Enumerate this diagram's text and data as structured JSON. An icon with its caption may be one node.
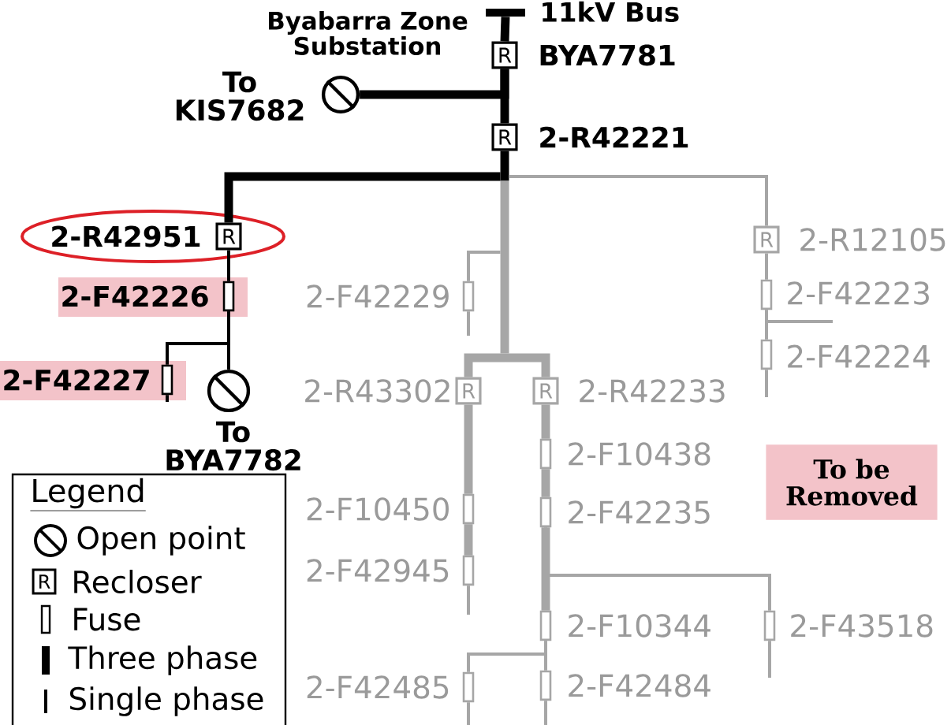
{
  "diagram": {
    "nodes": [
      {
        "text": [],
        "shape": "bar",
        "beside": [
          "11kV Bus"
        ]
      },
      {
        "text": [
          "R"
        ],
        "beside": [
          "BYA7781"
        ]
      },
      {
        "text": [],
        "shape": "circle",
        "beside": [
          "To KIS7682"
        ]
      },
      {
        "text": [
          "R"
        ],
        "beside": [
          "2-R42221"
        ]
      },
      {
        "text": [
          "R"
        ],
        "beside": [
          "2-R42951"
        ]
      },
      {
        "text": [
          "R"
        ],
        "beside": [
          "2-R12105"
        ]
      },
      {
        "text": [],
        "shape": "box",
        "beside": [
          "2-F42226"
        ]
      },
      {
        "text": [],
        "shape": "box",
        "beside": [
          "2-F42229"
        ]
      },
      {
        "text": [],
        "shape": "box",
        "beside": [
          "2-F42223"
        ]
      },
      {
        "text": [],
        "shape": "box",
        "beside": [
          "2-F42227"
        ]
      },
      {
        "text": [],
        "shape": "circle",
        "beside": [
          "To BYA7782"
        ]
      },
      {
        "text": [],
        "shape": "box",
        "beside": [
          "2-F42224"
        ]
      },
      {
        "text": [
          "R"
        ],
        "beside": [
          "2-R43302"
        ]
      },
      {
        "text": [
          "R"
        ],
        "beside": [
          "2-R42233"
        ]
      },
      {
        "text": [],
        "shape": "box",
        "beside": [
          "2-F10438"
        ]
      },
      {
        "text": [
          "To be Removed"
        ]
      },
      {
        "text": [],
        "shape": "box",
        "beside": [
          "2-F10450"
        ]
      },
      {
        "text": [],
        "shape": "box",
        "beside": [
          "2-F42235"
        ]
      },
      {
        "text": [],
        "shape": "box",
        "beside": [
          "2-F42945"
        ]
      },
      {
        "text": [],
        "shape": "box",
        "beside": [
          "2-F10344"
        ]
      },
      {
        "text": [],
        "shape": "box",
        "beside": [
          "2-F43518"
        ]
      },
      {
        "text": [],
        "shape": "box",
        "beside": [
          "2-F42485"
        ]
      },
      {
        "text": [],
        "shape": "box",
        "beside": [
          "2-F42484"
        ]
      }
    ],
    "edges": [
      {
        "from": 0,
        "to": 1,
        "arrow": "none",
        "style": "thick",
        "color": "#000000"
      },
      {
        "from": 1,
        "to": 3,
        "arrow": "none",
        "style": "thick",
        "color": "#000000"
      },
      {
        "from": 1,
        "to": 2,
        "arrow": "none",
        "style": "thick",
        "color": "#000000"
      },
      {
        "from": 3,
        "to": 4,
        "arrow": "none",
        "style": "thick",
        "color": "#000000"
      },
      {
        "from": 3,
        "to": 5,
        "arrow": "none"
      },
      {
        "from": 3,
        "to": 12,
        "arrow": "none",
        "style": "thick"
      },
      {
        "from": 3,
        "to": 13,
        "arrow": "none",
        "style": "thick"
      },
      {
        "from": null,
        "to": 7,
        "arrow": "none"
      },
      {
        "from": 7,
        "to": null,
        "arrow": "none"
      },
      {
        "from": 4,
        "to": 6,
        "arrow": "none",
        "color": "#000000"
      },
      {
        "from": 6,
        "to": 9,
        "arrow": "none",
        "color": "#000000"
      },
      {
        "from": 6,
        "to": 10,
        "arrow": "none",
        "color": "#000000"
      },
      {
        "from": 9,
        "to": null,
        "arrow": "none",
        "color": "#000000"
      },
      {
        "from": 5,
        "to": 8,
        "arrow": "none"
      },
      {
        "from": 8,
        "to": 11,
        "arrow": "none"
      },
      {
        "from": 8,
        "to": null,
        "arrow": "none"
      },
      {
        "from": 11,
        "to": null,
        "arrow": "none"
      },
      {
        "from": 12,
        "to": 16,
        "arrow": "none",
        "style": "thick"
      },
      {
        "from": 16,
        "to": 18,
        "arrow": "none",
        "style": "thick"
      },
      {
        "from": 18,
        "to": null,
        "arrow": "none"
      },
      {
        "from": 13,
        "to": 14,
        "arrow": "none",
        "style": "thick"
      },
      {
        "from": 14,
        "to": 17,
        "arrow": "none",
        "style": "thick"
      },
      {
        "from": 17,
        "to": 19,
        "arrow": "none",
        "style": "thick"
      },
      {
        "from": 17,
        "to": 20,
        "arrow": "none"
      },
      {
        "from": 19,
        "to": 22,
        "arrow": "none"
      },
      {
        "from": 19,
        "to": 21,
        "arrow": "none"
      },
      {
        "from": 20,
        "to": null,
        "arrow": "none"
      },
      {
        "from": 21,
        "to": null,
        "arrow": "none"
      },
      {
        "from": 22,
        "to": null,
        "arrow": "none"
      }
    ],
    "labels": [
      "Byabarra Zone Substation",
      "Legend",
      "R"
    ],
    "legend": [
      {
        "text": "Open point"
      },
      {
        "text": "Recloser"
      },
      {
        "text": "Fuse"
      },
      {
        "text": "Three phase"
      },
      {
        "text": "Single phase"
      }
    ]
  }
}
